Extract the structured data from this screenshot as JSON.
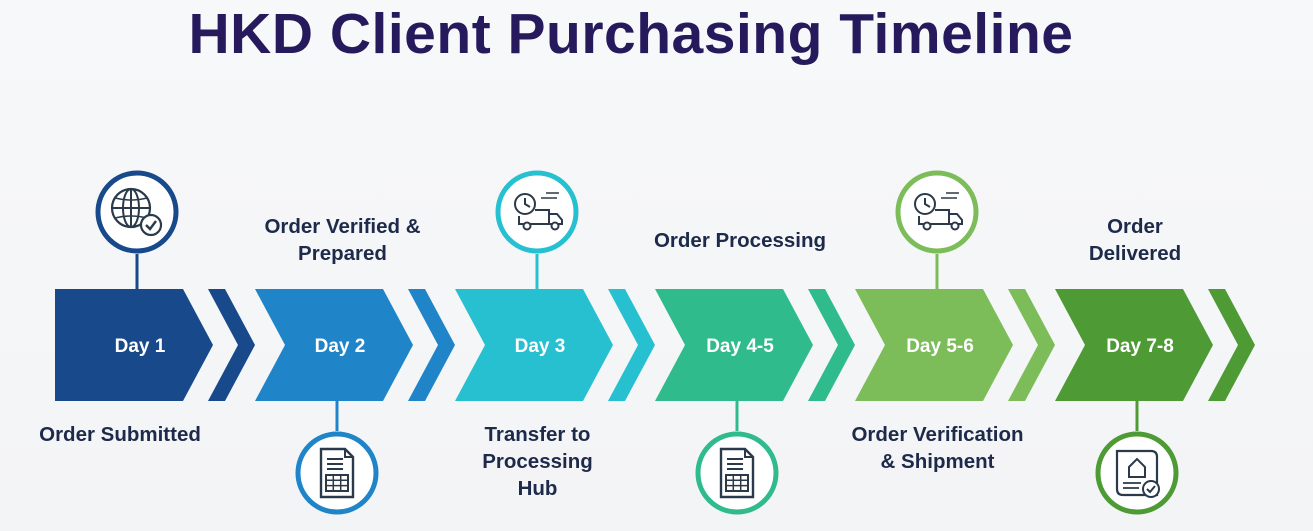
{
  "title": "HKD Client Purchasing Timeline",
  "stages": [
    {
      "day": "Day 1",
      "label": "Order Submitted",
      "color": "#17498b",
      "label_pos": "bottom",
      "icon": "globe-check-icon",
      "icon_pos": "top"
    },
    {
      "day": "Day 2",
      "label": "Order Verified & Prepared",
      "color": "#1f85c8",
      "label_pos": "top",
      "icon": "document-icon",
      "icon_pos": "bottom"
    },
    {
      "day": "Day 3",
      "label": "Transfer to Processing Hub",
      "color": "#27c0d1",
      "label_pos": "bottom",
      "icon": "delivery-truck-icon",
      "icon_pos": "top"
    },
    {
      "day": "Day 4-5",
      "label": "Order Processing",
      "color": "#30bb8c",
      "label_pos": "top",
      "icon": "document-icon",
      "icon_pos": "bottom"
    },
    {
      "day": "Day 5-6",
      "label": "Order Verification & Shipment",
      "color": "#7cbd5a",
      "label_pos": "bottom",
      "icon": "delivery-truck-icon",
      "icon_pos": "top"
    },
    {
      "day": "Day 7-8",
      "label": "Order Delivered",
      "color": "#4e9a35",
      "label_pos": "top",
      "icon": "home-document-icon",
      "icon_pos": "bottom"
    }
  ]
}
